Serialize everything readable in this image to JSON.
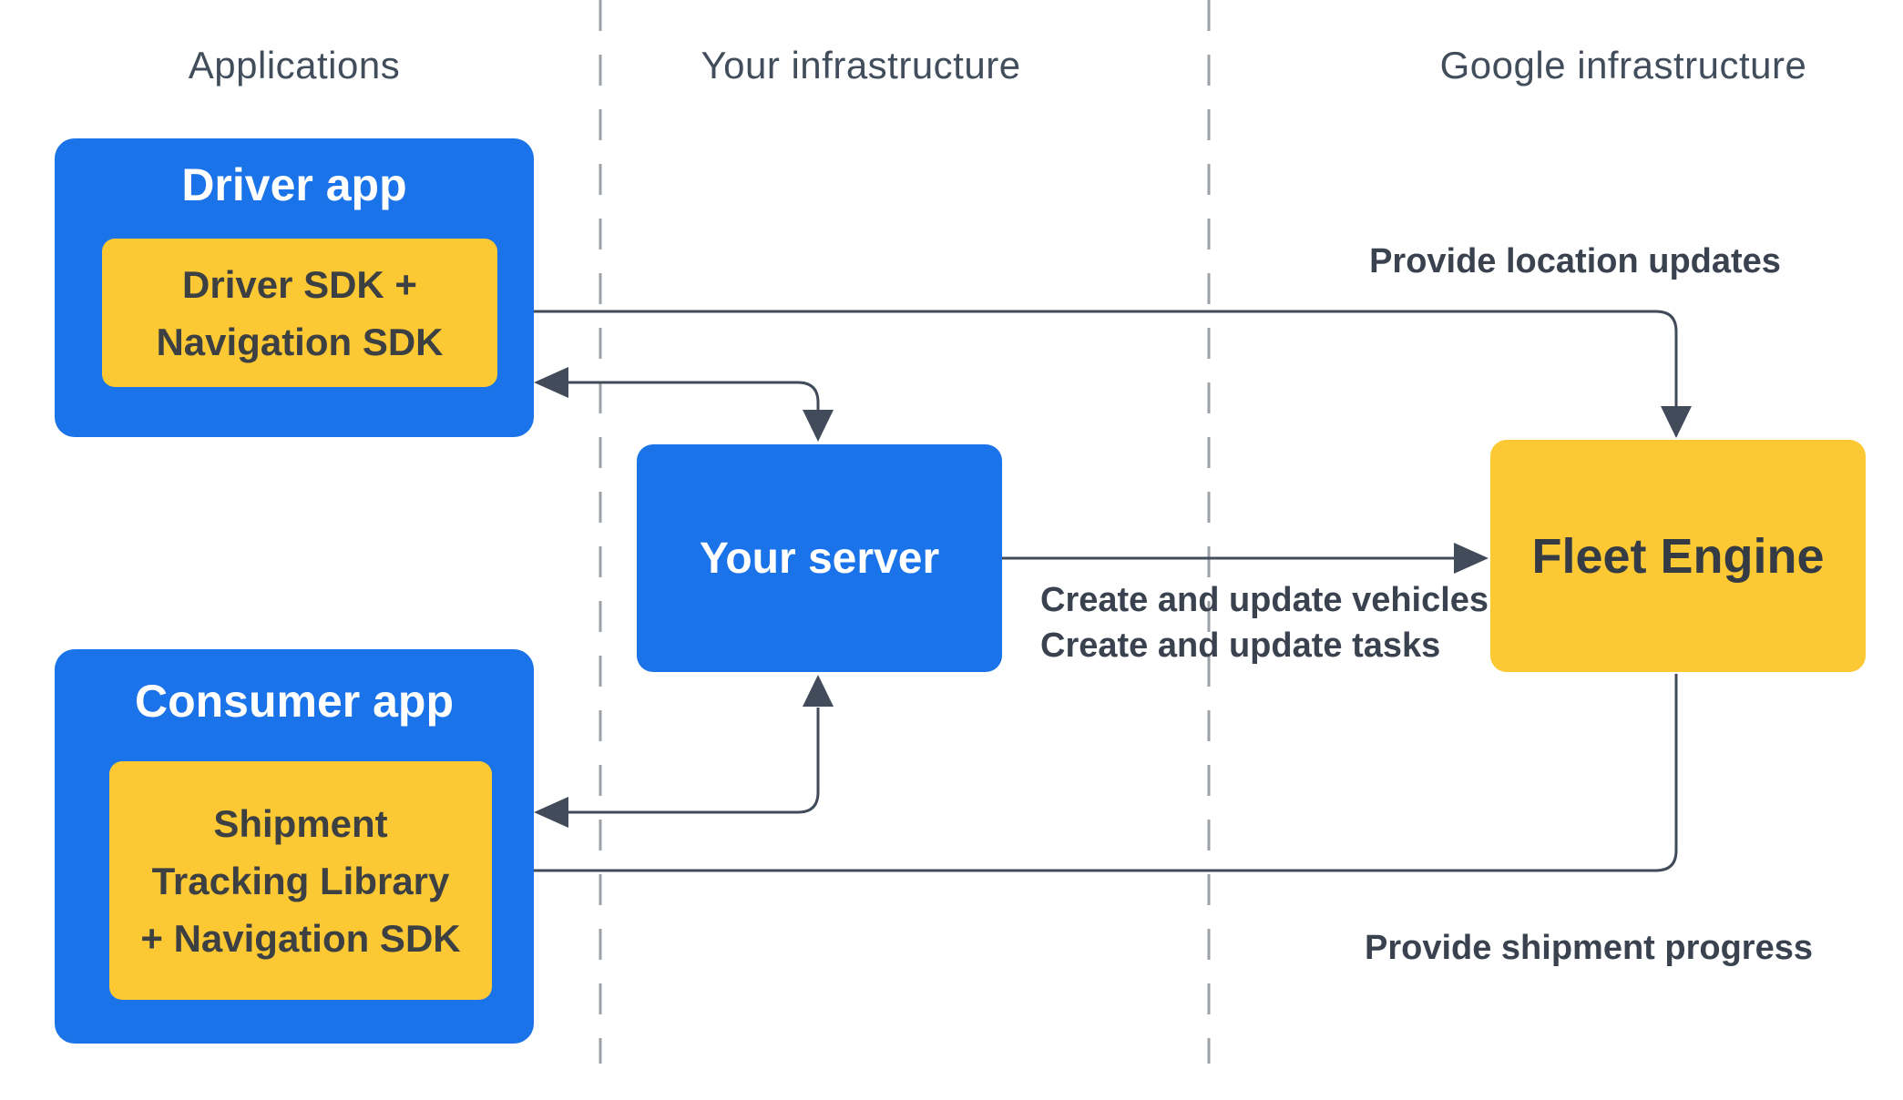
{
  "columns": {
    "applications": {
      "label": "Applications"
    },
    "your_infrastructure": {
      "label": "Your infrastructure"
    },
    "google_infrastructure": {
      "label": "Google infrastructure"
    }
  },
  "nodes": {
    "driver_app": {
      "title": "Driver app",
      "sdk_lines": [
        "Driver SDK +",
        "Navigation SDK"
      ]
    },
    "consumer_app": {
      "title": "Consumer app",
      "sdk_lines": [
        "Shipment",
        "Tracking Library",
        "+ Navigation SDK"
      ]
    },
    "your_server": {
      "title": "Your server"
    },
    "fleet_engine": {
      "title": "Fleet Engine"
    }
  },
  "edge_labels": {
    "provide_location_updates": "Provide location updates",
    "create_update_lines": [
      "Create and update vehicles",
      "Create and update tasks"
    ],
    "provide_shipment_progress": "Provide shipment progress"
  },
  "colors": {
    "node_blue": "#1a73e8",
    "node_yellow": "#fcc934",
    "arrow_stroke": "#414b5a",
    "dark_text": "#3c4043",
    "header_text": "#424d5c",
    "divider_gray": "#9aa0a6",
    "white_text": "#ffffff"
  }
}
